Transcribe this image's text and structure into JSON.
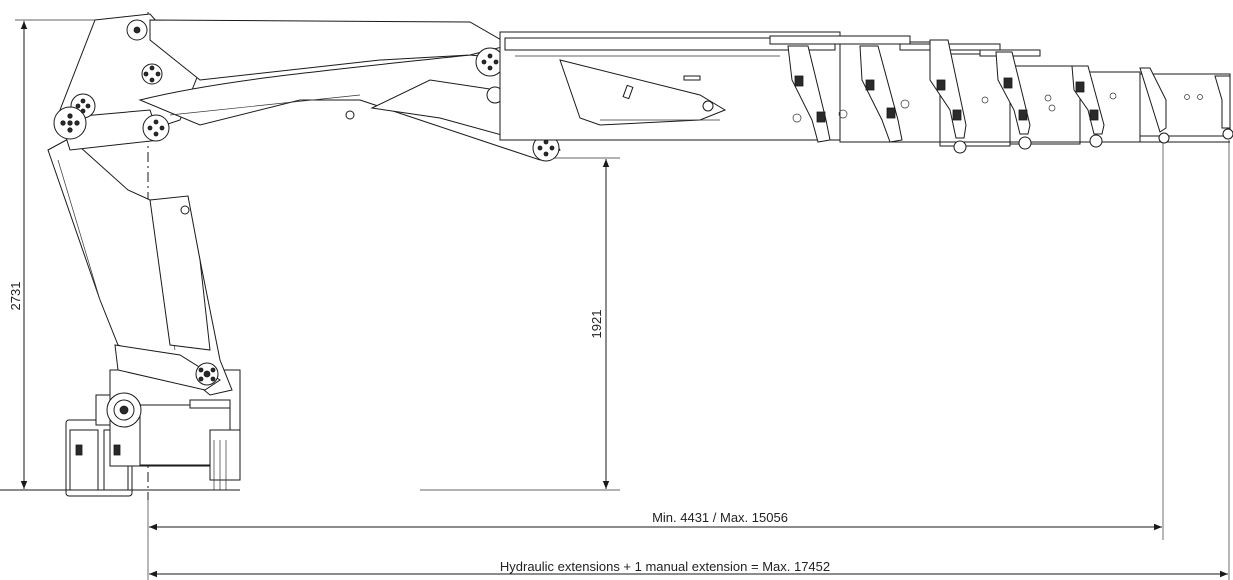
{
  "dimensions": {
    "overall_height": "2731",
    "hook_height": "1921",
    "outreach_range": "Min. 4431 / Max. 15056",
    "max_reach_manual": "Hydraulic extensions + 1 manual extension = Max. 17452"
  }
}
